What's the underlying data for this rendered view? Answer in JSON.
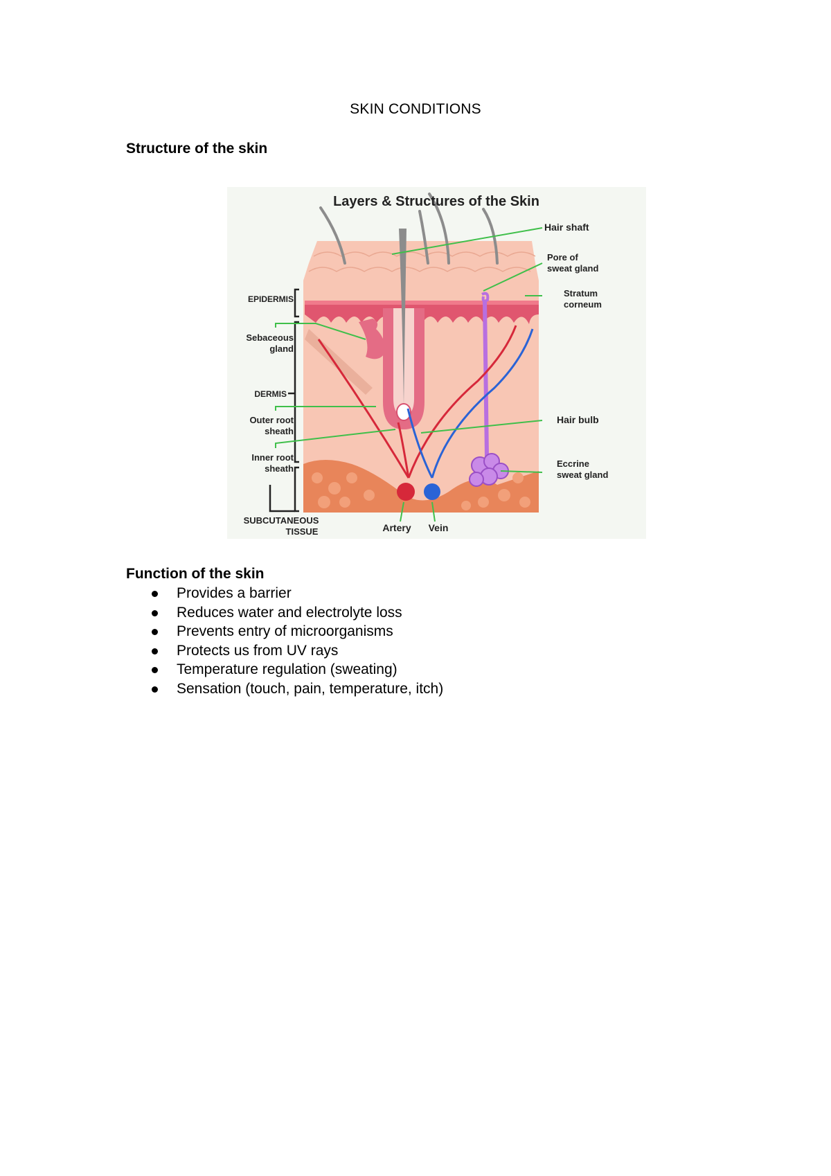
{
  "document": {
    "title": "SKIN CONDITIONS",
    "section_structure_heading": "Structure of the skin",
    "section_function_heading": "Function of the skin",
    "functions": [
      "Provides a barrier",
      "Reduces water and electrolyte loss",
      "Prevents entry of microorganisms",
      "Protects us from UV rays",
      "Temperature regulation (sweating)",
      "Sensation (touch, pain, temperature, itch)"
    ]
  },
  "figure": {
    "title": "Layers & Structures of the Skin",
    "labels": {
      "hair_shaft": "Hair shaft",
      "pore_line1": "Pore of",
      "pore_line2": "sweat gland",
      "stratum_line1": "Stratum",
      "stratum_line2": "corneum",
      "epidermis": "EPIDERMIS",
      "sebaceous_line1": "Sebaceous",
      "sebaceous_line2": "gland",
      "dermis": "DERMIS",
      "outer_line1": "Outer root",
      "outer_line2": "sheath",
      "inner_line1": "Inner root",
      "inner_line2": "sheath",
      "hair_bulb": "Hair bulb",
      "eccrine_line1": "Eccrine",
      "eccrine_line2": "sweat gland",
      "subcutaneous_line1": "SUBCUTANEOUS",
      "subcutaneous_line2": "TISSUE",
      "artery": "Artery",
      "vein": "Vein"
    },
    "colors": {
      "skin": "#f8c6b4",
      "epidermis_band": "#e0566f",
      "subcutaneous": "#e8855a",
      "artery": "#d6283a",
      "vein": "#2a63d6",
      "sweat_gland": "#b86fe0",
      "leader_lines": "#3fbf4a"
    }
  }
}
